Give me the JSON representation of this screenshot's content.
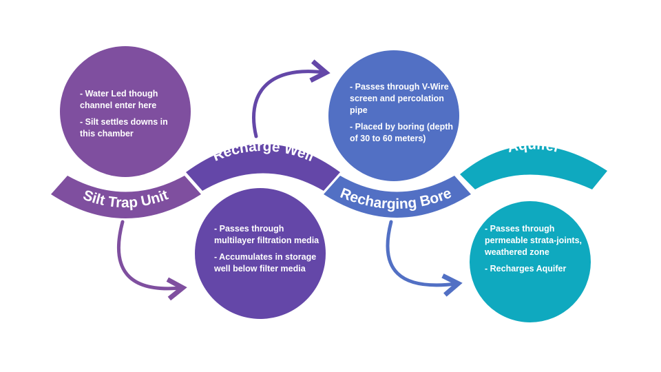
{
  "colors": {
    "silt": "#7f4f9f",
    "recharge_well": "#6447a8",
    "recharging_bore": "#5270c4",
    "aquifer": "#0fa9bf"
  },
  "stages": {
    "silt_trap": {
      "label": "Silt Trap Unit",
      "points": [
        "- Water Led though channel enter here",
        "- Silt settles downs in this chamber"
      ]
    },
    "recharge_well": {
      "label": "Recharge Well",
      "points": [
        "- Passes through multilayer filtration media",
        "- Accumulates in storage well below filter media"
      ]
    },
    "recharging_bore": {
      "label": "Recharging Bore",
      "points": [
        "- Passes through V-Wire screen and percolation pipe",
        "- Placed by boring (depth of 30 to 60 meters)"
      ]
    },
    "aquifer": {
      "label": "Aquifer",
      "points": [
        "- Passes through permeable strata-joints, weathered zone",
        "- Recharges Aquifer"
      ]
    }
  }
}
